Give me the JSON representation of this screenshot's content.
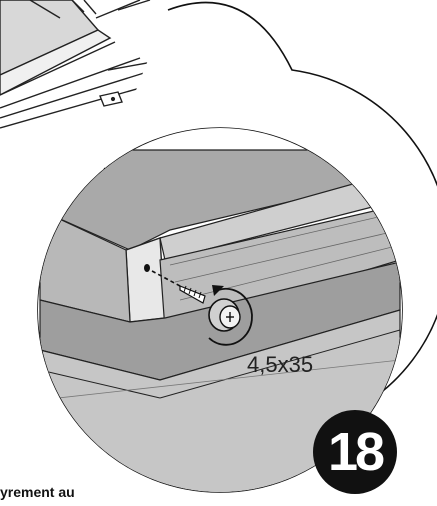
{
  "screw": {
    "label": "4,5x35"
  },
  "step": {
    "number": "18"
  },
  "caption": {
    "text": "yrement au"
  }
}
